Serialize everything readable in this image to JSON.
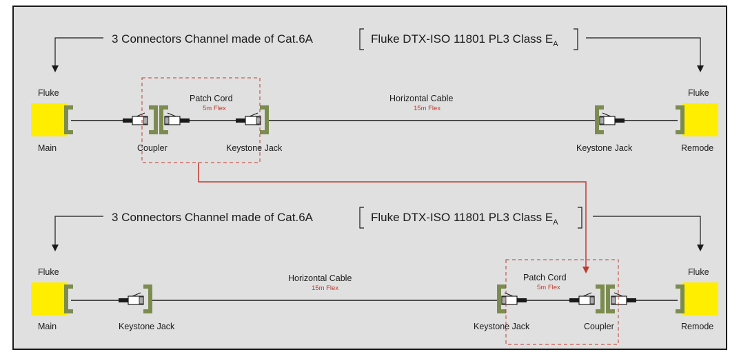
{
  "rows": [
    {
      "title": "3 Connectors Channel made of Cat.6A",
      "standard": "Fluke DTX-ISO 11801 PL3 Class E",
      "standard_sub": "A",
      "left_device": {
        "top": "Fluke",
        "bottom": "Main"
      },
      "right_device": {
        "top": "Fluke",
        "bottom": "Remode"
      },
      "patch_cord": {
        "label": "Patch Cord",
        "length": "5m Flex"
      },
      "horizontal_cable": {
        "label": "Horizontal Cable",
        "length": "15m Flex"
      },
      "coupler_label": "Coupler",
      "jack_left_label": "Keystone Jack",
      "jack_right_label": "Keystone Jack"
    },
    {
      "title": "3 Connectors Channel made of Cat.6A",
      "standard": "Fluke DTX-ISO 11801 PL3 Class E",
      "standard_sub": "A",
      "left_device": {
        "top": "Fluke",
        "bottom": "Main"
      },
      "right_device": {
        "top": "Fluke",
        "bottom": "Remode"
      },
      "patch_cord": {
        "label": "Patch Cord",
        "length": "5m Flex"
      },
      "horizontal_cable": {
        "label": "Horizontal Cable",
        "length": "15m Flex"
      },
      "coupler_label": "Coupler",
      "jack_left_label": "Keystone Jack",
      "jack_right_label": "Keystone Jack"
    }
  ],
  "colors": {
    "fluke": "#ffee00",
    "jack": "#7c8c50",
    "arrow": "#c0392b",
    "dashed": "#c0392b",
    "frame_bg": "#e0e0e0"
  }
}
